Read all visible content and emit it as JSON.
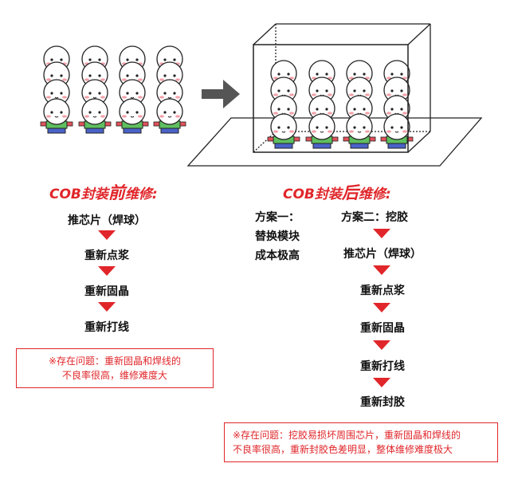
{
  "left": {
    "title_prefix": "COB封装",
    "title_key": "前",
    "title_suffix": "维修:",
    "steps": [
      "推芯片（焊球）",
      "重新点浆",
      "重新固晶",
      "重新打线"
    ],
    "issue_line1": "※存在问题：重新固晶和焊线的",
    "issue_line2": "不良率很高，维修难度大"
  },
  "right": {
    "title_prefix": "COB封装",
    "title_key": "后",
    "title_suffix": "维修:",
    "plan1": [
      "方案一：",
      "替换模块",
      "成本极高"
    ],
    "plan2_title": "方案二：挖胶",
    "steps": [
      "推芯片（焊球）",
      "重新点浆",
      "重新固晶",
      "重新打线",
      "重新封胶"
    ],
    "issue_line1": "※存在问题：挖胶易损坏周围芯片，重新固晶和焊线的",
    "issue_line2": "不良率很高，重新封胶色差明显，整体维修难度极大"
  },
  "colors": {
    "accent": "#e0262a",
    "shirt_green": "#5fbf5f",
    "shirt_red": "#e0525a",
    "shirt_blue": "#4a62c8",
    "cheek": "#f2a0a8",
    "arrow_gray": "#555555"
  }
}
